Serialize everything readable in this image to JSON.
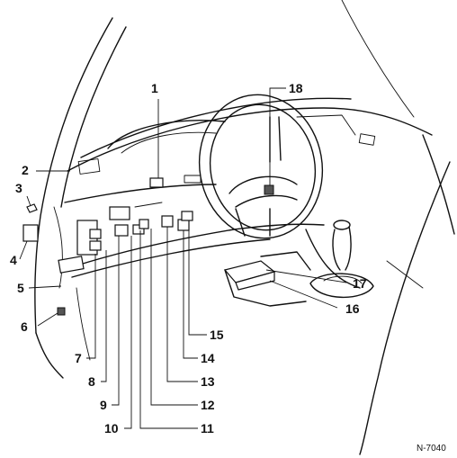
{
  "diagram": {
    "reference": "N-7040",
    "callouts": [
      "1",
      "2",
      "3",
      "4",
      "5",
      "6",
      "7",
      "8",
      "9",
      "10",
      "11",
      "12",
      "13",
      "14",
      "15",
      "16",
      "17",
      "18"
    ]
  }
}
